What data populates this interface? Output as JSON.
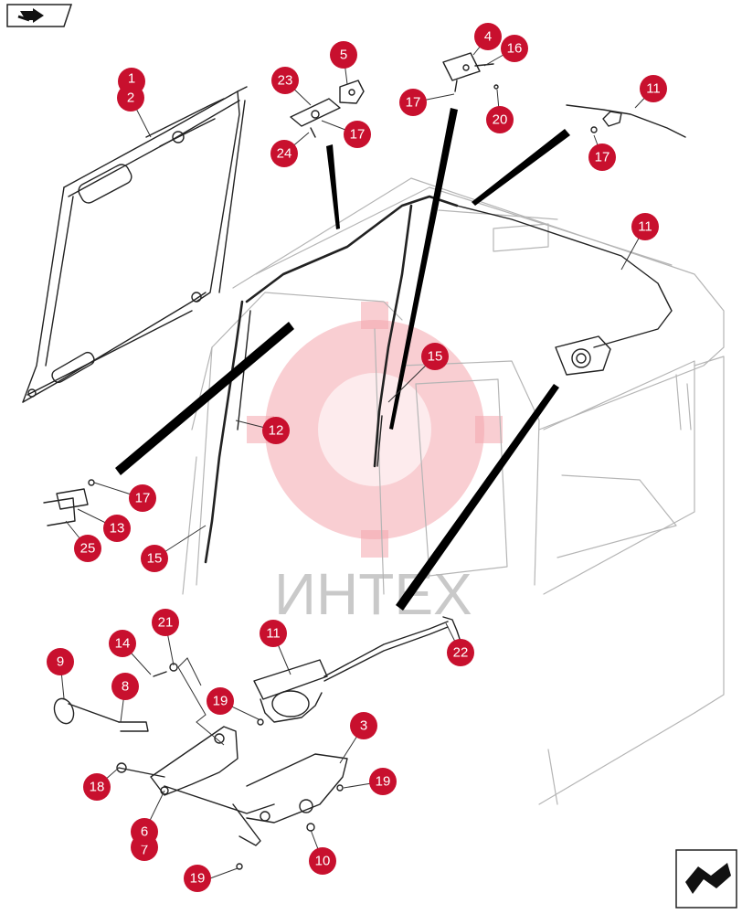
{
  "watermark": {
    "text": "ИНТЕХ",
    "color": "#f4a6ad"
  },
  "colors": {
    "callout": "#c8102e",
    "callout_text": "#ffffff",
    "line": "#222222"
  },
  "nav": {
    "top_left_icon": "forward-arrow-icon",
    "bottom_right_icon": "return-arrow-icon"
  },
  "callouts": [
    {
      "id": "c1",
      "label": "1"
    },
    {
      "id": "c2",
      "label": "2"
    },
    {
      "id": "c3",
      "label": "3"
    },
    {
      "id": "c4",
      "label": "4"
    },
    {
      "id": "c5",
      "label": "5"
    },
    {
      "id": "c6",
      "label": "6"
    },
    {
      "id": "c7",
      "label": "7"
    },
    {
      "id": "c8",
      "label": "8"
    },
    {
      "id": "c9",
      "label": "9"
    },
    {
      "id": "c10",
      "label": "10"
    },
    {
      "id": "c11a",
      "label": "11"
    },
    {
      "id": "c11b",
      "label": "11"
    },
    {
      "id": "c11c",
      "label": "11"
    },
    {
      "id": "c12",
      "label": "12"
    },
    {
      "id": "c13",
      "label": "13"
    },
    {
      "id": "c14",
      "label": "14"
    },
    {
      "id": "c15a",
      "label": "15"
    },
    {
      "id": "c15b",
      "label": "15"
    },
    {
      "id": "c16",
      "label": "16"
    },
    {
      "id": "c17a",
      "label": "17"
    },
    {
      "id": "c17b",
      "label": "17"
    },
    {
      "id": "c17c",
      "label": "17"
    },
    {
      "id": "c17d",
      "label": "17"
    },
    {
      "id": "c18",
      "label": "18"
    },
    {
      "id": "c19a",
      "label": "19"
    },
    {
      "id": "c19b",
      "label": "19"
    },
    {
      "id": "c19c",
      "label": "19"
    },
    {
      "id": "c20",
      "label": "20"
    },
    {
      "id": "c21",
      "label": "21"
    },
    {
      "id": "c22",
      "label": "22"
    },
    {
      "id": "c23",
      "label": "23"
    },
    {
      "id": "c24",
      "label": "24"
    },
    {
      "id": "c25",
      "label": "25"
    }
  ]
}
